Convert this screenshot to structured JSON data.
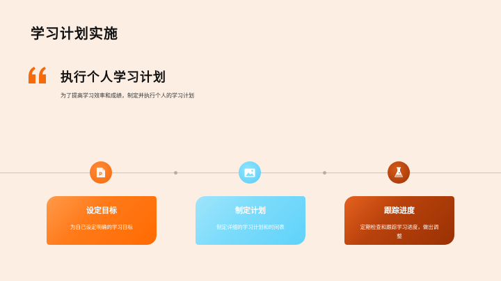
{
  "page": {
    "title": "学习计划实施"
  },
  "section": {
    "title": "执行个人学习计划",
    "description": "为了提高学习效率和成绩，制定并执行个人的学习计划",
    "accent_color": "#f56a0a"
  },
  "timeline": {
    "steps": [
      {
        "icon": "document-p-icon",
        "title": "设定目标",
        "description": "为自己设定明确的学习目标",
        "color": "#ff7a1a"
      },
      {
        "icon": "image-icon",
        "title": "制定计划",
        "description": "制定详细的学习计划和时间表",
        "color": "#6fd7fa"
      },
      {
        "icon": "flask-icon",
        "title": "跟踪进度",
        "description": "定期检查和跟踪学习进度，做出调整",
        "color": "#b8420c"
      }
    ]
  }
}
